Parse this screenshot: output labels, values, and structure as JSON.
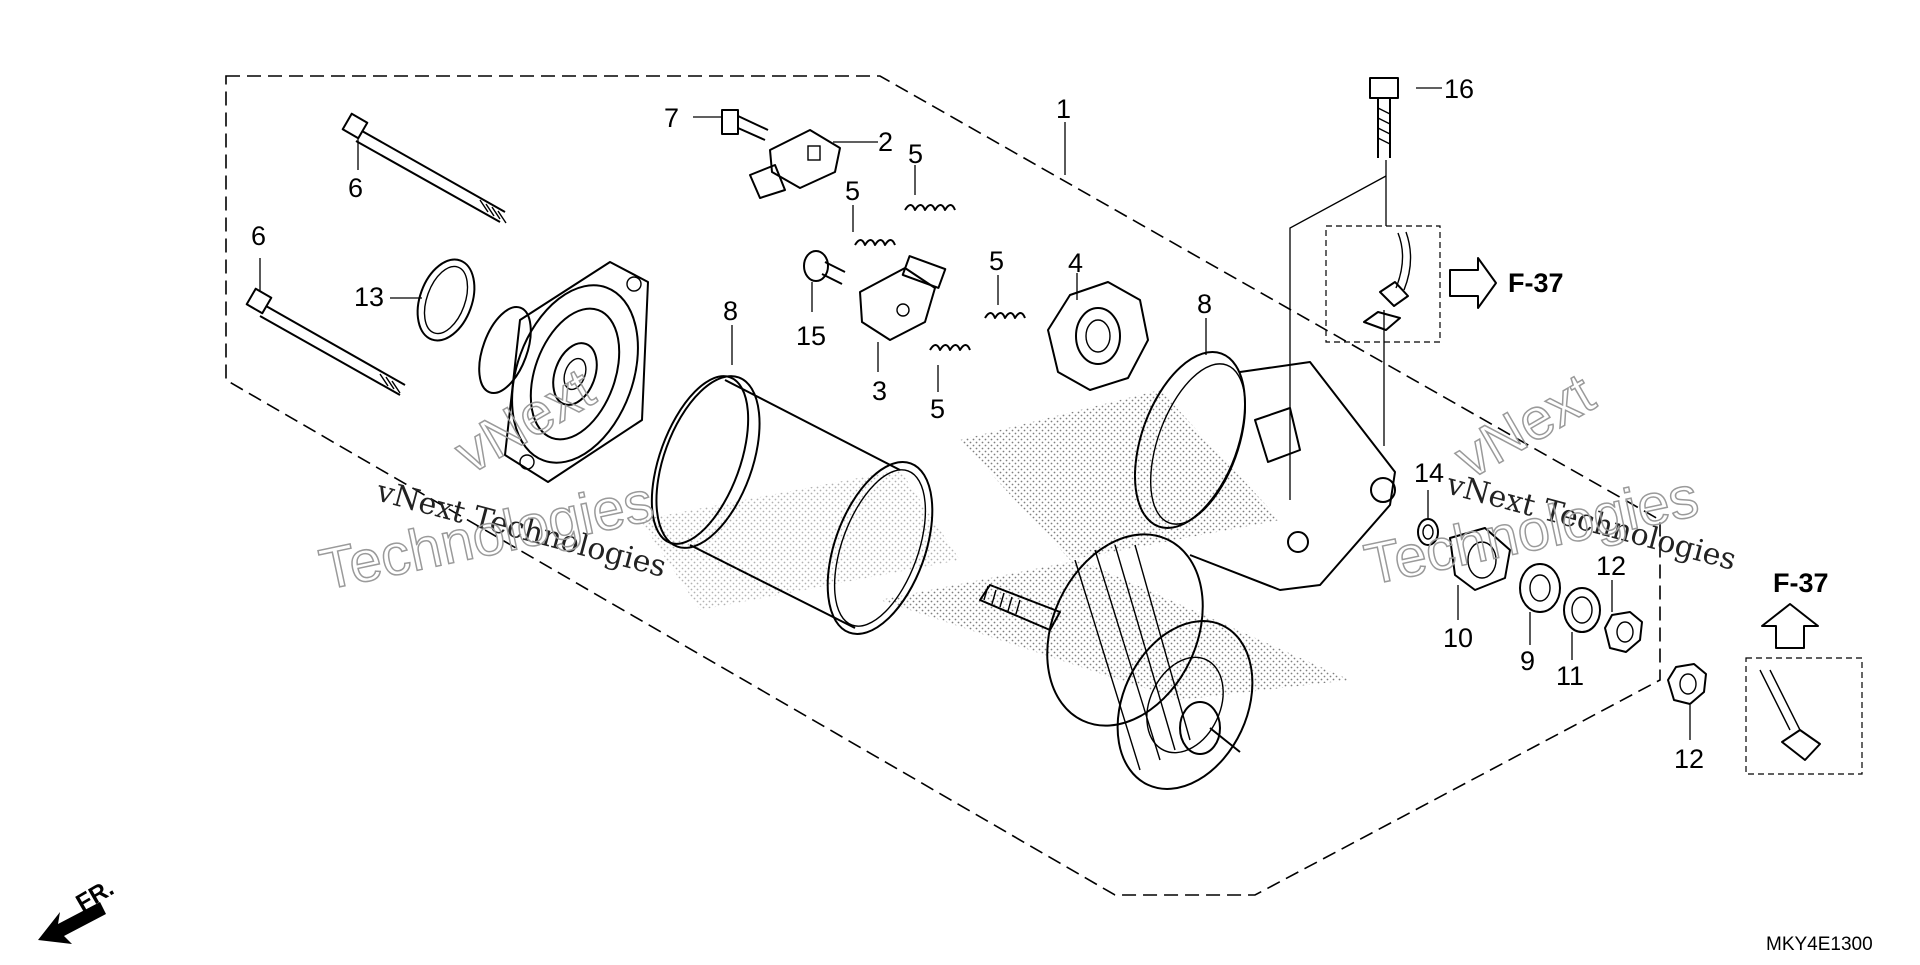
{
  "diagram": {
    "callouts": {
      "c1": "1",
      "c2": "2",
      "c3": "3",
      "c4": "4",
      "c5a": "5",
      "c5b": "5",
      "c5c": "5",
      "c5d": "5",
      "c6a": "6",
      "c6b": "6",
      "c7": "7",
      "c8a": "8",
      "c8b": "8",
      "c9": "9",
      "c10": "10",
      "c11": "11",
      "c12a": "12",
      "c12b": "12",
      "c13": "13",
      "c14": "14",
      "c15": "15",
      "c16": "16"
    },
    "refs": {
      "ref_right": "F-37",
      "ref_lower": "F-37"
    },
    "front_indicator": "FR.",
    "diagram_code": "MKY4E1300",
    "watermarks": {
      "text_small": "vNext Technologies",
      "text_large_a": "vNext",
      "text_large_b": "Technologies"
    }
  }
}
